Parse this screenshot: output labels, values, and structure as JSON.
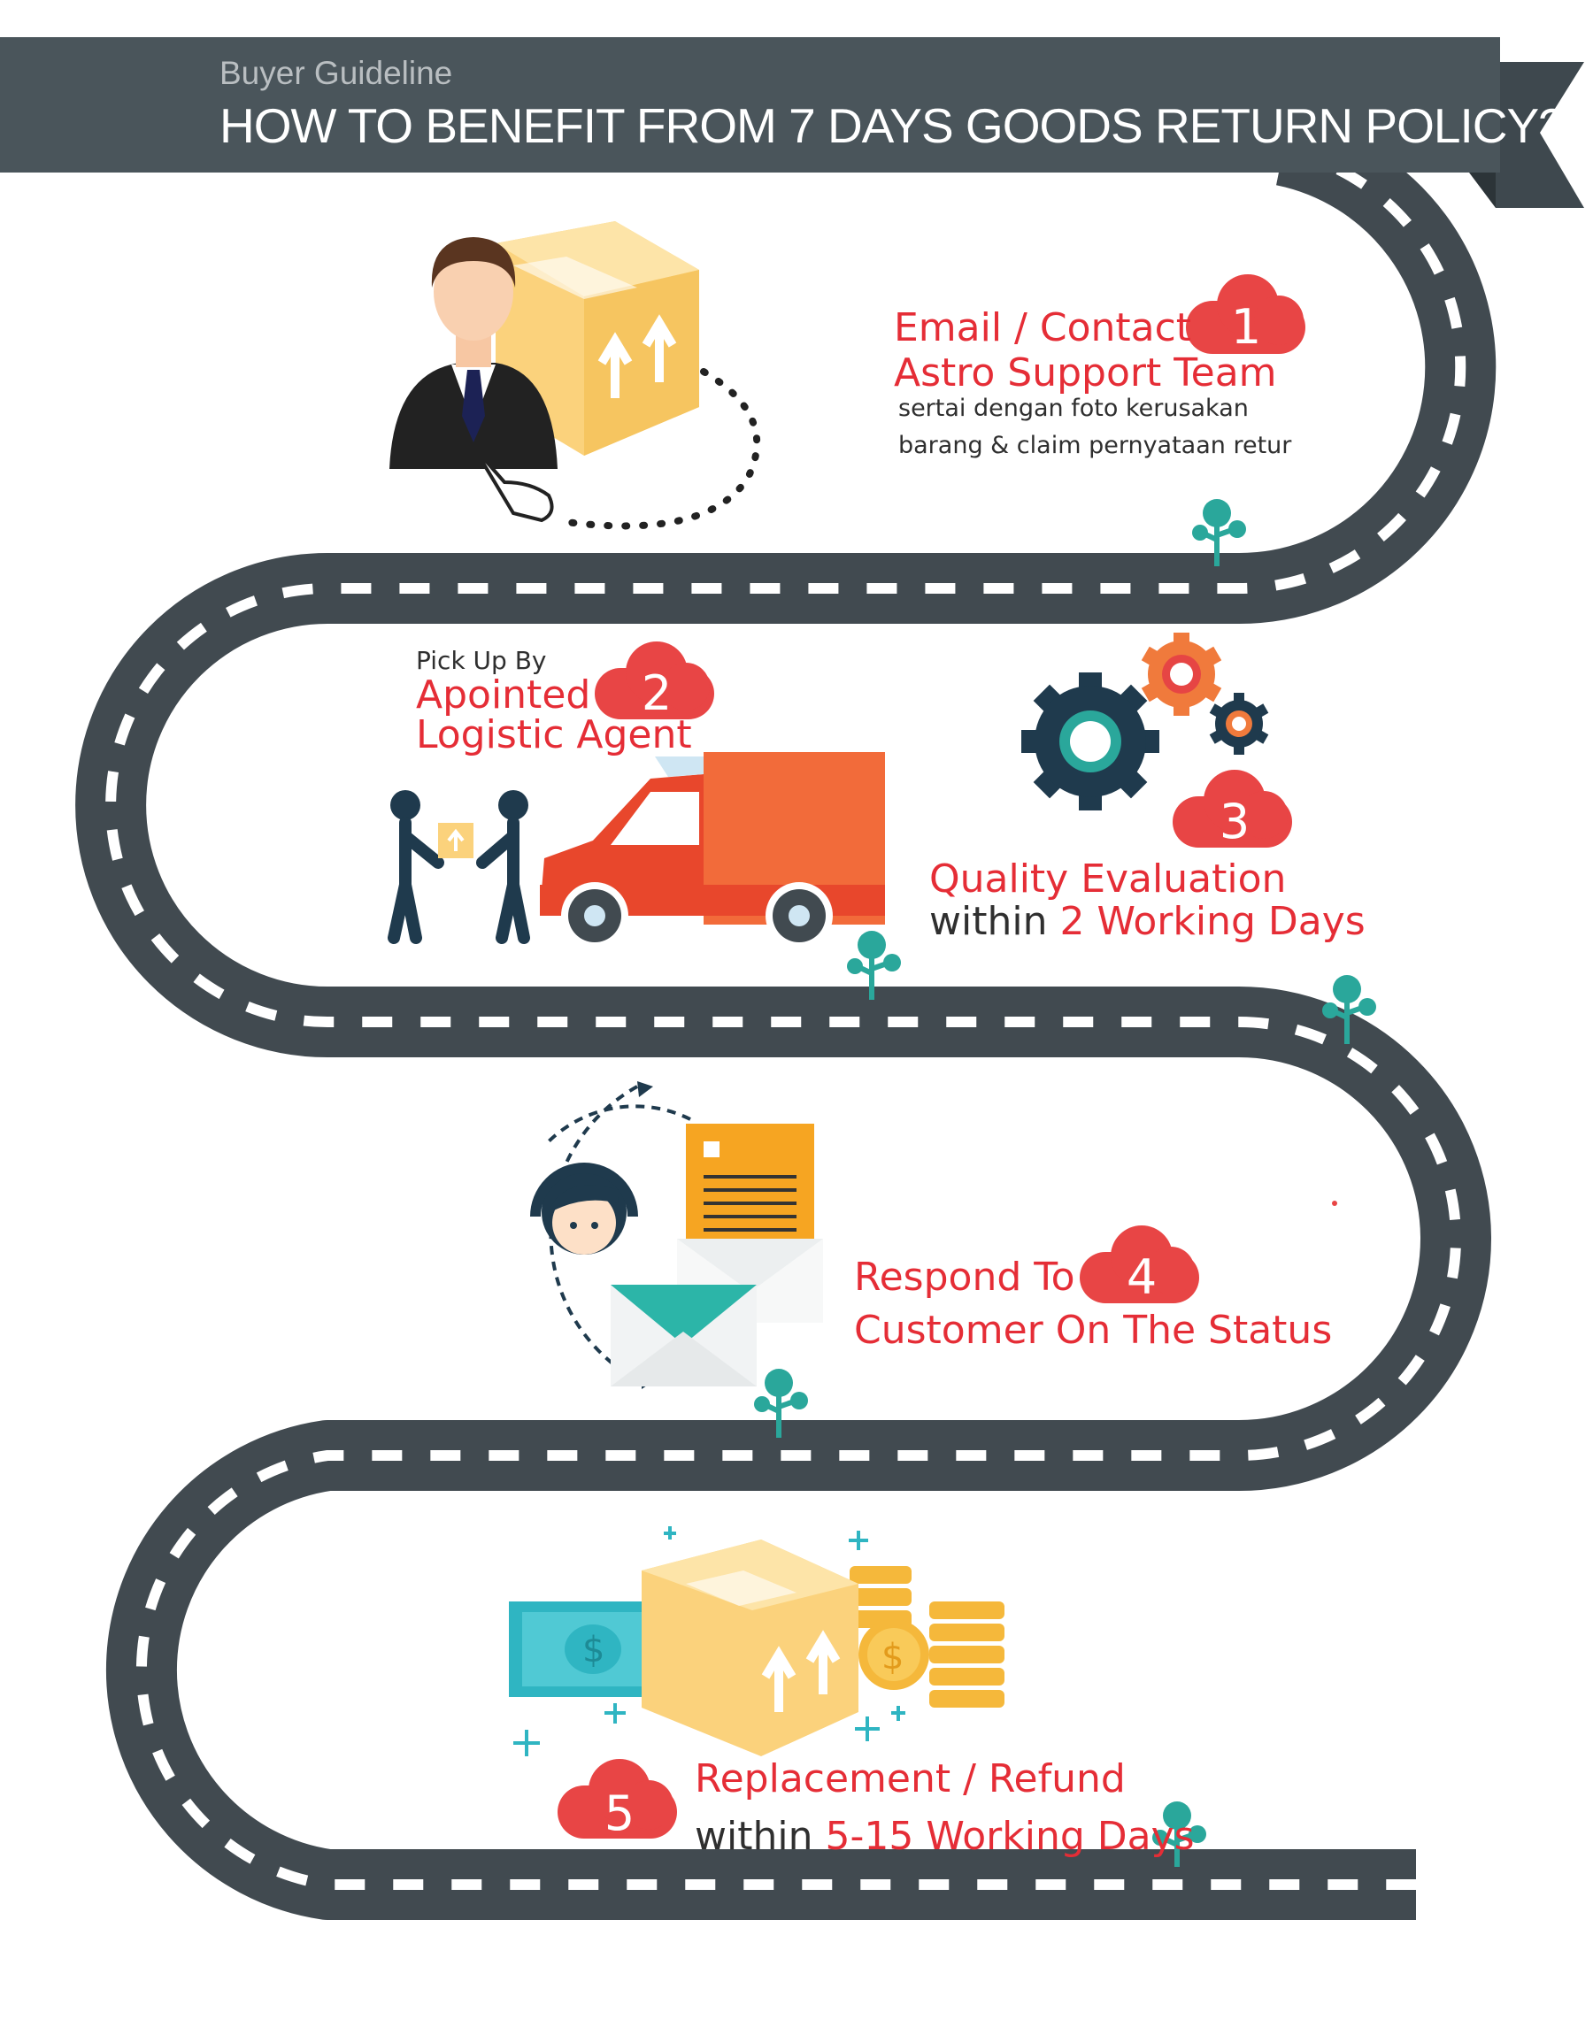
{
  "banner": {
    "subtitle": "Buyer Guideline",
    "title": "HOW TO BENEFIT FROM 7 DAYS GOODS RETURN POLICY?"
  },
  "colors": {
    "road": "#414a50",
    "banner": "#4a555b",
    "accent_red": "#e84545",
    "orange": "#f07a3c",
    "box_yellow": "#fbd27c",
    "teal": "#28a89a",
    "navy": "#1f3a4d"
  },
  "steps": [
    {
      "number": "1",
      "line1": "Email / Contact",
      "line2": "Astro Support Team",
      "desc1": "sertai dengan foto kerusakan",
      "desc2": "barang & claim pernyataan retur",
      "icon": "businessman-with-box-icon"
    },
    {
      "number": "2",
      "prefix": "Pick Up By",
      "line1": "Apointed",
      "line2": "Logistic Agent",
      "icon": "delivery-truck-icon"
    },
    {
      "number": "3",
      "line1": "Quality Evaluation",
      "line2_prefix": "within",
      "line2_highlight": "2 Working Days",
      "icon": "gears-icon"
    },
    {
      "number": "4",
      "line1": "Respond To",
      "line2": "Customer On The Status",
      "icon": "customer-support-email-icon"
    },
    {
      "number": "5",
      "line1": "Replacement / Refund",
      "line2_prefix": "within",
      "line2_highlight": "5-15 Working Days",
      "icon": "money-and-box-icon"
    }
  ]
}
